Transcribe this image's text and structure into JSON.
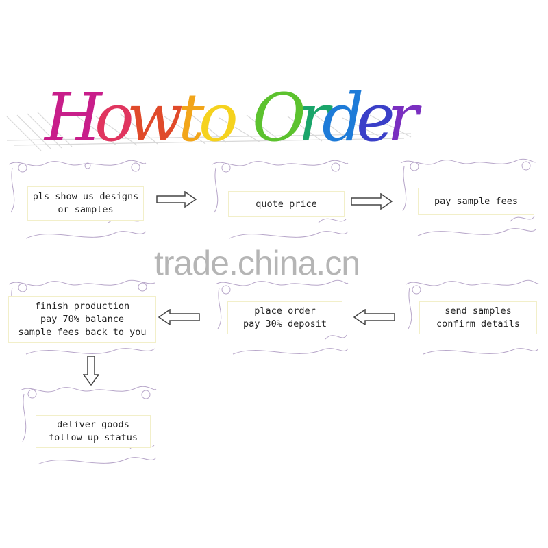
{
  "title": {
    "text": "How to Order",
    "letters": [
      {
        "ch": "H",
        "color": "#c81e8a"
      },
      {
        "ch": "o",
        "color": "#e0355f"
      },
      {
        "ch": "w",
        "color": "#e04a2a"
      },
      {
        "ch": "t",
        "color": "#f2a51a"
      },
      {
        "ch": "o",
        "color": "#f5d21e"
      },
      {
        "ch": "O",
        "color": "#5cc22e"
      },
      {
        "ch": "r",
        "color": "#1aa56a"
      },
      {
        "ch": "d",
        "color": "#1e7bd8"
      },
      {
        "ch": "e",
        "color": "#3a3fc8"
      },
      {
        "ch": "r",
        "color": "#7a2fc0"
      }
    ]
  },
  "steps": {
    "s1": {
      "line1": "pls show us designs",
      "line2": "or samples"
    },
    "s2": {
      "line1": "quote price"
    },
    "s3": {
      "line1": "pay sample fees"
    },
    "s4": {
      "line1": "finish production",
      "line2": "pay 70% balance",
      "line3": "sample fees back to you"
    },
    "s5": {
      "line1": "place order",
      "line2": "pay 30% deposit"
    },
    "s6": {
      "line1": "send samples",
      "line2": "confirm details"
    },
    "s7": {
      "line1": "deliver goods",
      "line2": "follow up status"
    }
  },
  "arrow_icon": "hollow-arrow-icon",
  "watermark": "trade.china.cn",
  "colors": {
    "deco": "#b7a6c9",
    "label_border": "#f2efc9",
    "arrow": "#444444"
  }
}
